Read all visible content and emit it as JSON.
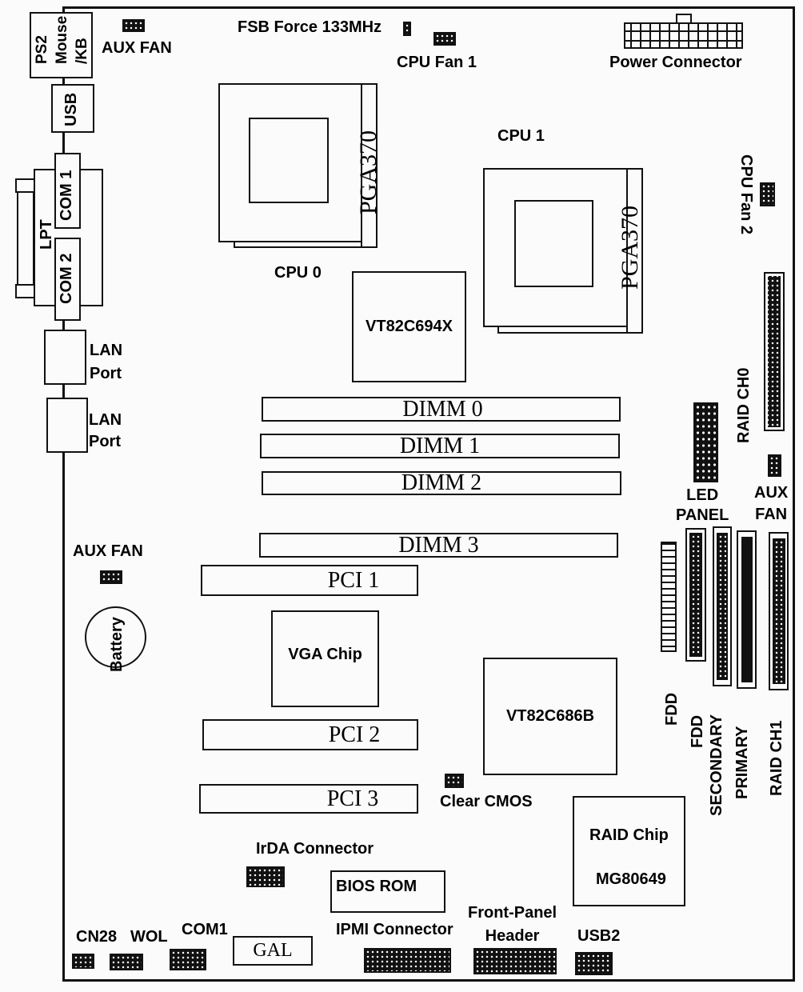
{
  "board_outline": "motherboard",
  "rear_io": {
    "ps2": [
      "PS2",
      "Mouse",
      "/KB"
    ],
    "usb": "USB",
    "com1": "COM 1",
    "com2": "COM 2",
    "lpt": "LPT",
    "lan1": [
      "LAN",
      "Port"
    ],
    "lan2": [
      "LAN",
      "Port"
    ]
  },
  "top": {
    "aux_fan": "AUX FAN",
    "fsb_jumper": "FSB Force 133MHz",
    "cpu_fan1": "CPU Fan 1",
    "power_connector": "Power Connector"
  },
  "cpu0": {
    "label": "CPU 0",
    "socket": "PGA370"
  },
  "cpu1": {
    "label": "CPU 1",
    "socket": "PGA370"
  },
  "cpu_fan2": "CPU Fan 2",
  "northbridge": "VT82C694X",
  "dimms": [
    "DIMM 0",
    "DIMM 1",
    "DIMM 2",
    "DIMM 3"
  ],
  "right": {
    "raid_ch0": "RAID CH0",
    "led_panel": [
      "LED",
      "PANEL"
    ],
    "aux_fan": [
      "AUX",
      "FAN"
    ],
    "fdd_power": "FDD",
    "fdd": "FDD",
    "secondary": "SECONDARY",
    "primary": "PRIMARY",
    "raid_ch1": "RAID CH1"
  },
  "left": {
    "aux_fan": "AUX FAN",
    "battery": "Battery"
  },
  "pci": [
    "PCI 1",
    "PCI 2",
    "PCI 3"
  ],
  "vga_chip": "VGA Chip",
  "southbridge": "VT82C686B",
  "clear_cmos": "Clear CMOS",
  "raid_chip": [
    "RAID Chip",
    "MG80649"
  ],
  "bottom": {
    "irda": "IrDA Connector",
    "bios_rom": "BIOS ROM",
    "ipmi": "IPMI Connector",
    "front_panel": [
      "Front-Panel",
      "Header"
    ],
    "usb2": "USB2",
    "cn28": "CN28",
    "wol": "WOL",
    "com1": "COM1",
    "gal": "GAL"
  }
}
